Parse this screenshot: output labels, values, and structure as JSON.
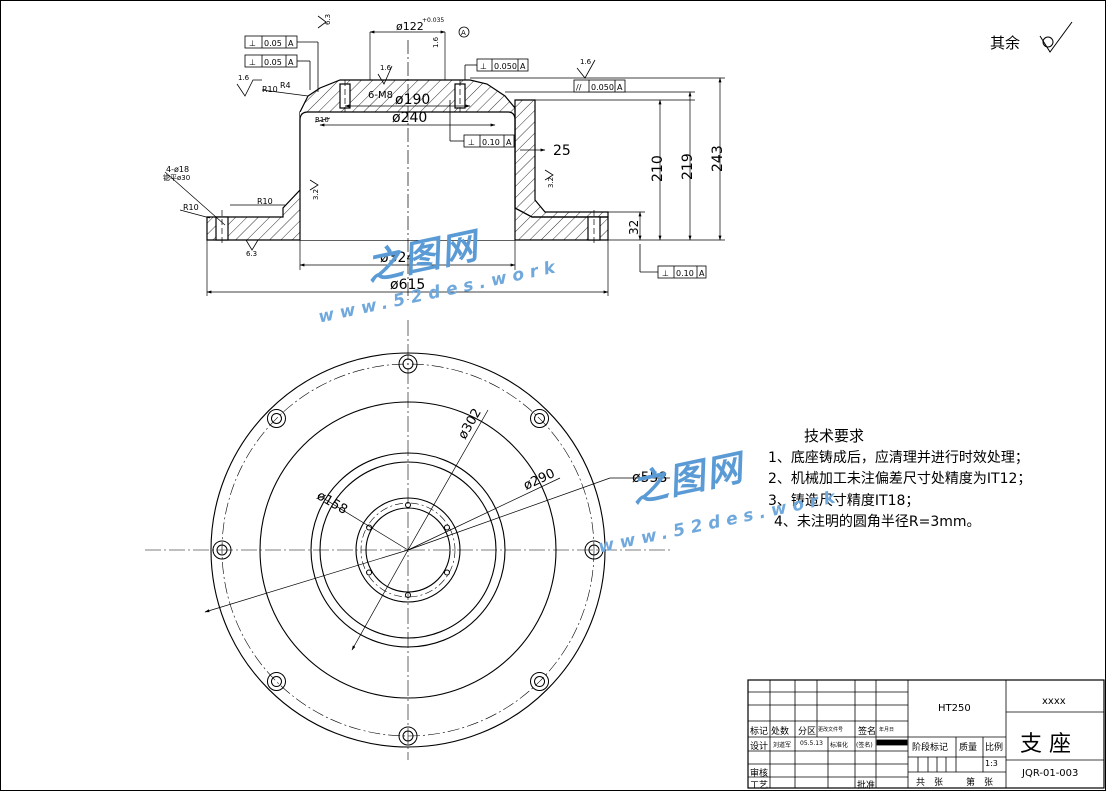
{
  "remaining_finish": {
    "label": "其余"
  },
  "tech_requirements": {
    "title": "技术要求",
    "items": [
      "1、底座铸成后，应清理并进行时效处理；",
      "2、机械加工未注偏差尺寸处精度为IT12；",
      "3、铸造尺寸精度IT18；",
      "4、未注明的圆角半径R=3mm。"
    ]
  },
  "section_view": {
    "dims": {
      "d122": "ø122",
      "d122_tol": "+0.035",
      "datum_a": "A",
      "d190": "ø190",
      "d240": "ø240",
      "d324": "ø324",
      "d615": "ø615",
      "m8": "6-M8",
      "d25": "25",
      "d210": "210",
      "d219": "219",
      "d243": "243",
      "d32": "32",
      "r4": "R4",
      "r10a": "R10",
      "r10b": "R10",
      "r10c": "R10",
      "r10d": "R10",
      "holes": "4-ø18",
      "holes_cb": "锪平ø30",
      "f16a": "1.6",
      "f16b": "1.6",
      "f16c": "1.6",
      "f16d": "1.6",
      "f32a": "3.2",
      "f32b": "3.2",
      "f63": "6.3",
      "f6_3": "6.3"
    },
    "tolerances": [
      {
        "sym": "⊥",
        "val": "0.05",
        "datum": "A"
      },
      {
        "sym": "⊥",
        "val": "0.05",
        "datum": "A"
      },
      {
        "sym": "⊥",
        "val": "0.050",
        "datum": "A"
      },
      {
        "sym": "//",
        "val": "0.050",
        "datum": "A"
      },
      {
        "sym": "⊥",
        "val": "0.10",
        "datum": "A"
      },
      {
        "sym": "⊥",
        "val": "0.10",
        "datum": "A"
      }
    ]
  },
  "plan_view": {
    "d302": "ø302",
    "d290": "ø290",
    "d158": "ø158",
    "d558": "ø558"
  },
  "watermark": {
    "cn": "之图网",
    "url": "www.52des.work"
  },
  "title_block": {
    "material": "HT250",
    "company": "xxxx",
    "part_name": "支 座",
    "drawing_no": "JQR-01-003",
    "scale": "1:3",
    "labels": {
      "mark": "标记",
      "count": "处数",
      "zone": "分区",
      "change_doc": "更改文件号",
      "sign": "签名",
      "date": "年月日",
      "design": "设计",
      "std": "标准化",
      "sign2": "(签名)",
      "review": "审核",
      "process": "工艺",
      "approve": "批准",
      "stage": "阶段标记",
      "weight": "质量",
      "ratio": "比例",
      "total": "共　张",
      "sheet": "第　张",
      "design_sig": "刘道军",
      "design_date": "05.5.13"
    }
  }
}
